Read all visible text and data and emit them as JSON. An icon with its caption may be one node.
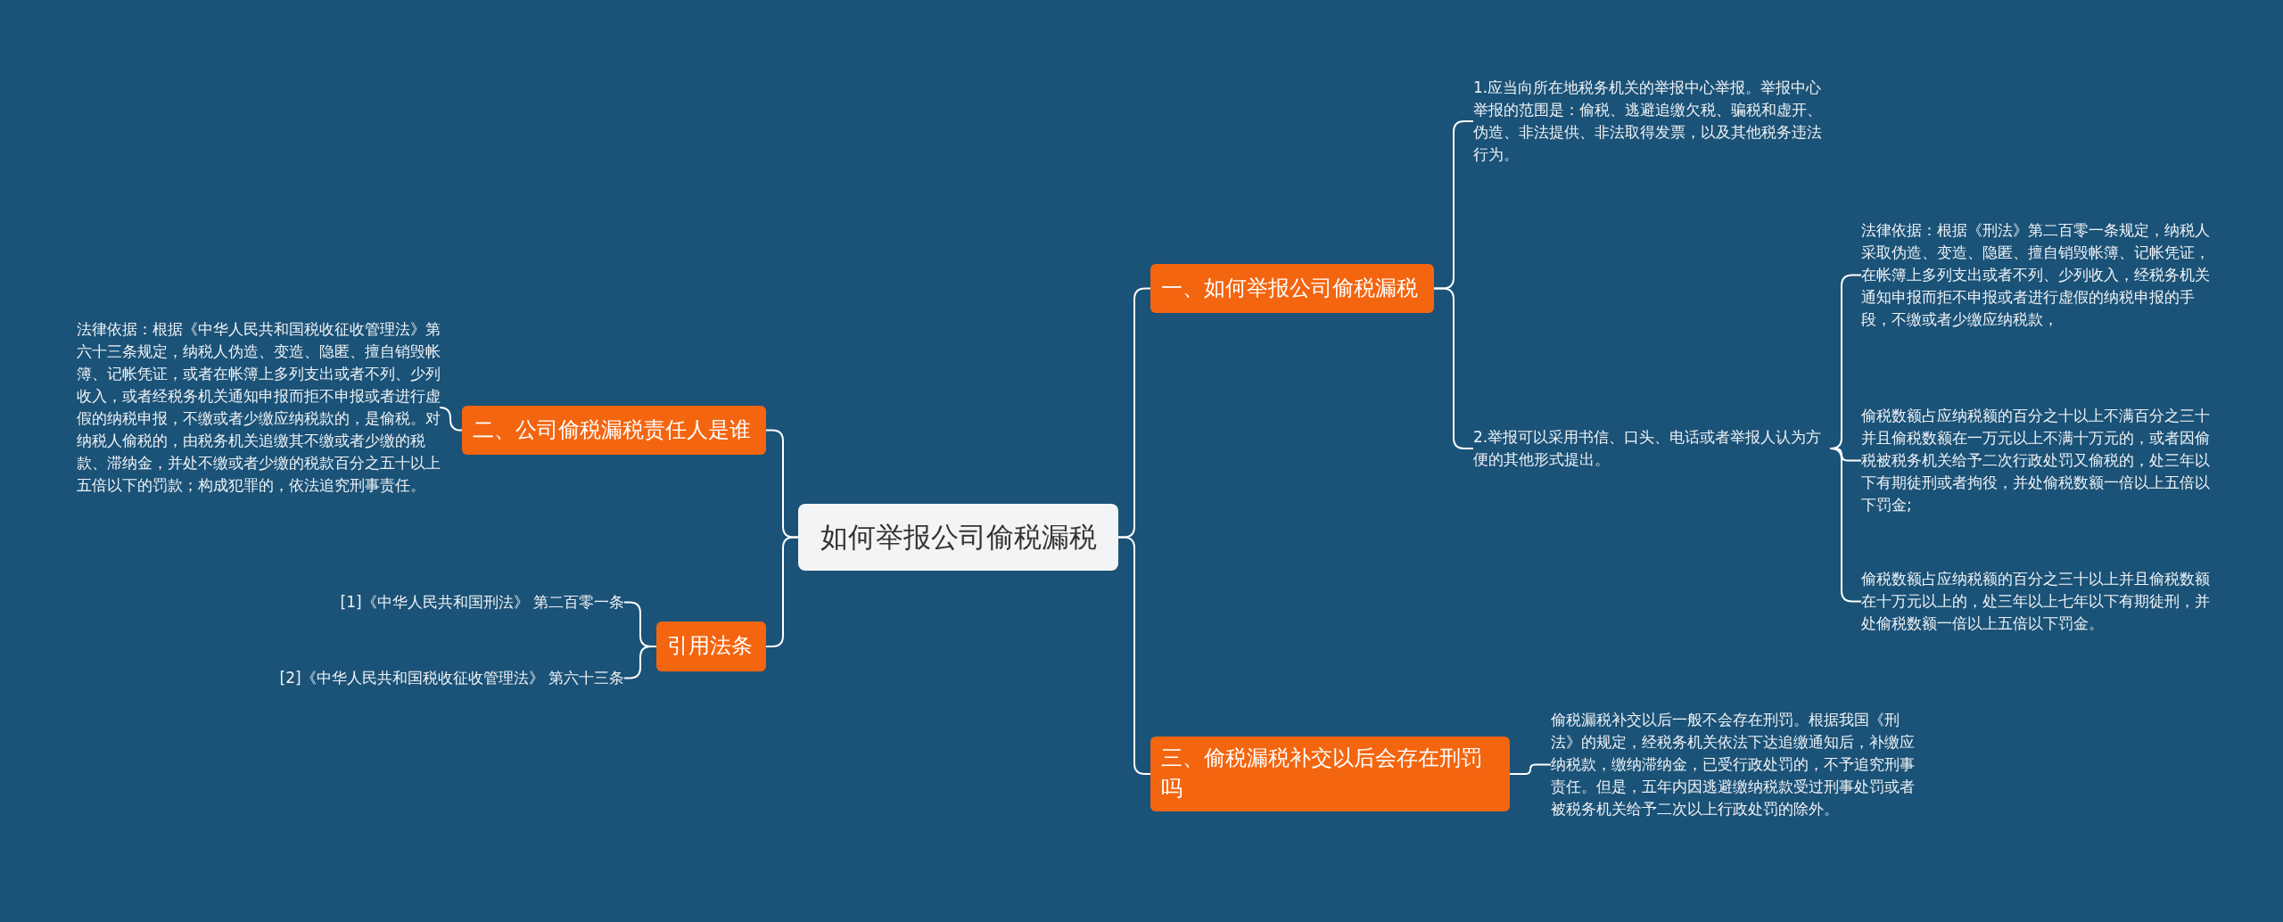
{
  "diagram": {
    "nodes": [
      {
        "text": [
          "如何举报公司偷税漏税"
        ]
      },
      {
        "text": [
          "一、如何举报公司偷税漏税"
        ]
      },
      {
        "text": [
          "1.应当向所在地税务机关的举报中心举报。举报中心举报的范围是：偷税、逃避追缴欠税、骗税和虚开、伪造、非法提供、非法取得发票，以及其他税务违法行为。"
        ]
      },
      {
        "text": [
          "2.举报可以采用书信、口头、电话或者举报人认为方便的其他形式提出。"
        ]
      },
      {
        "text": [
          "法律依据：根据《刑法》第二百零一条规定，纳税人采取伪造、变造、隐匿、擅自销毁帐簿、记帐凭证，在帐簿上多列支出或者不列、少列收入，经税务机关通知申报而拒不申报或者进行虚假的纳税申报的手段，不缴或者少缴应纳税款，"
        ]
      },
      {
        "text": [
          "偷税数额占应纳税额的百分之十以上不满百分之三十并且偷税数额在一万元以上不满十万元的，或者因偷税被税务机关给予二次行政处罚又偷税的，处三年以下有期徒刑或者拘役，并处偷税数额一倍以上五倍以下罚金;"
        ]
      },
      {
        "text": [
          "偷税数额占应纳税额的百分之三十以上并且偷税数额在十万元以上的，处三年以上七年以下有期徒刑，并处偷税数额一倍以上五倍以下罚金。"
        ]
      },
      {
        "text": [
          "三、偷税漏税补交以后会存在刑罚吗"
        ]
      },
      {
        "text": [
          "偷税漏税补交以后一般不会存在刑罚。根据我国《刑法》的规定，经税务机关依法下达追缴通知后，补缴应纳税款，缴纳滞纳金，已受行政处罚的，不予追究刑事责任。但是，五年内因逃避缴纳税款受过刑事处罚或者被税务机关给予二次以上行政处罚的除外。"
        ]
      },
      {
        "text": [
          "二、公司偷税漏税责任人是谁"
        ]
      },
      {
        "text": [
          "法律依据：根据《中华人民共和国税收征收管理法》第六十三条规定，纳税人伪造、变造、隐匿、擅自销毁帐簿、记帐凭证，或者在帐簿上多列支出或者不列、少列收入，或者经税务机关通知申报而拒不申报或者进行虚假的纳税申报，不缴或者少缴应纳税款的，是偷税。对纳税人偷税的，由税务机关追缴其不缴或者少缴的税款、滞纳金，并处不缴或者少缴的税款百分之五十以上五倍以下的罚款；构成犯罪的，依法追究刑事责任。"
        ]
      },
      {
        "text": [
          "引用法条"
        ]
      },
      {
        "text": [
          "[1]《中华人民共和国刑法》 第二百零一条"
        ]
      },
      {
        "text": [
          "[2]《中华人民共和国税收征收管理法》 第六十三条"
        ]
      }
    ],
    "edges": [
      {
        "from": 0,
        "to": 1,
        "arrow": "none"
      },
      {
        "from": 1,
        "to": 2,
        "arrow": "none"
      },
      {
        "from": 1,
        "to": 3,
        "arrow": "none"
      },
      {
        "from": 3,
        "to": 4,
        "arrow": "none"
      },
      {
        "from": 3,
        "to": 5,
        "arrow": "none"
      },
      {
        "from": 3,
        "to": 6,
        "arrow": "none"
      },
      {
        "from": 0,
        "to": 7,
        "arrow": "none"
      },
      {
        "from": 7,
        "to": 8,
        "arrow": "none"
      },
      {
        "from": 0,
        "to": 9,
        "arrow": "none"
      },
      {
        "from": 9,
        "to": 10,
        "arrow": "none"
      },
      {
        "from": 0,
        "to": 11,
        "arrow": "none"
      },
      {
        "from": 11,
        "to": 12,
        "arrow": "none"
      },
      {
        "from": 11,
        "to": 13,
        "arrow": "none"
      }
    ]
  }
}
